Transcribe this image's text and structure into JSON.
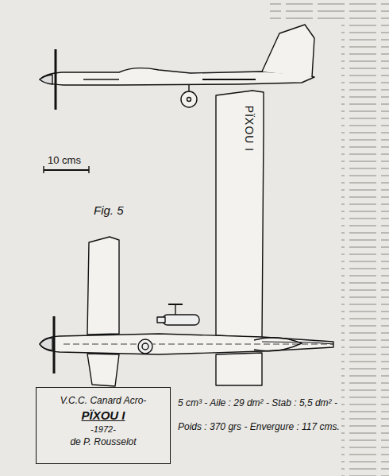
{
  "diagram": {
    "nodes": [
      {
        "text": [
          "V.C.C. Canard Acro-",
          "PÏXOU I",
          "-1972-",
          "de P. Rousselot"
        ]
      }
    ],
    "labels": [
      "10 cms",
      "Fig. 5",
      "PÏXOU I",
      "5 cm³ - Aile : 29 dm² - Stab : 5,5 dm² -",
      "Poids : 370 grs - Envergure : 117 cms."
    ]
  }
}
